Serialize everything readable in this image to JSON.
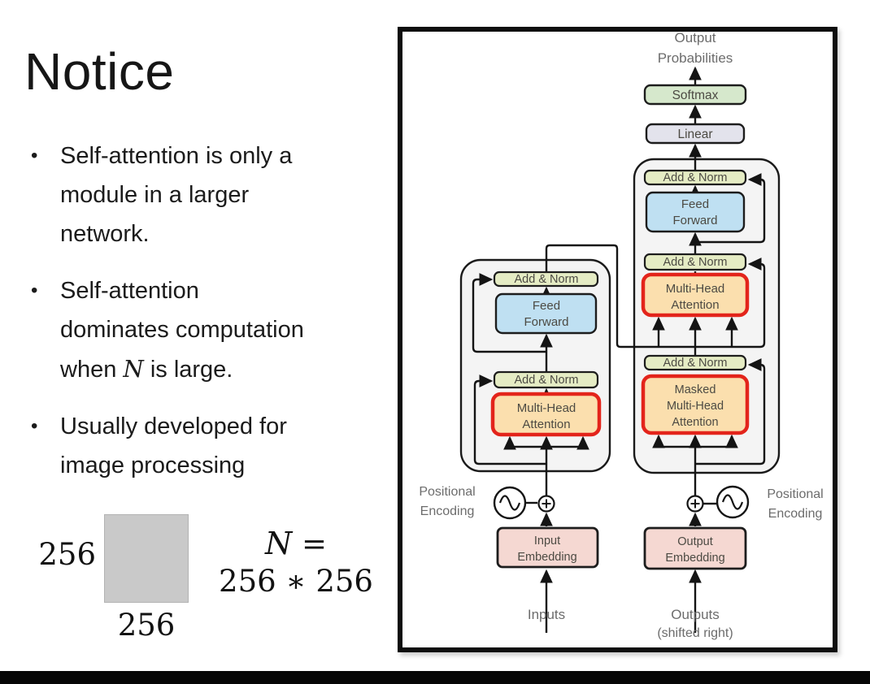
{
  "slide": {
    "title": "Notice",
    "bullet_char": "•",
    "bullets": [
      {
        "lines": [
          "Self-attention is only a",
          "module in a larger",
          "network."
        ]
      },
      {
        "lines": [
          "Self-attention",
          "dominates computation"
        ],
        "math_line": {
          "pre": "when ",
          "var": "N",
          "post": " is large."
        }
      },
      {
        "lines": [
          "Usually developed for",
          "image processing"
        ]
      }
    ],
    "figure": {
      "square_left_label": "256",
      "square_bottom_label": "256",
      "formula": {
        "var": "N",
        "eq": " =",
        "rhs": "256 ∗ 256"
      }
    }
  },
  "diagram": {
    "output_label_line1": "Output",
    "output_label_line2": "Probabilities",
    "softmax": "Softmax",
    "linear": "Linear",
    "add_norm": "Add & Norm",
    "feed_forward_line1": "Feed",
    "feed_forward_line2": "Forward",
    "mha_line1": "Multi-Head",
    "mha_line2": "Attention",
    "masked_line1": "Masked",
    "masked_line2": "Multi-Head",
    "masked_line3": "Attention",
    "input_embedding_line1": "Input",
    "input_embedding_line2": "Embedding",
    "output_embedding_line1": "Output",
    "output_embedding_line2": "Embedding",
    "positional_line1": "Positional",
    "positional_line2": "Encoding",
    "inputs_label": "Inputs",
    "outputs_label_line1": "Outputs",
    "outputs_label_line2": "(shifted right)",
    "colors": {
      "softmax_green": "#d6e8cc",
      "linear_lavender": "#e3e3ec",
      "add_norm_olive": "#e5ecc4",
      "feed_forward_blue": "#bfe0f2",
      "attention_orange": "#fbdfae",
      "embedding_pink": "#f5d8d2",
      "highlight_red": "#e3241b",
      "container_gray": "#f4f4f4",
      "frame_black": "#0d0d0d",
      "line_black": "#141414"
    }
  }
}
